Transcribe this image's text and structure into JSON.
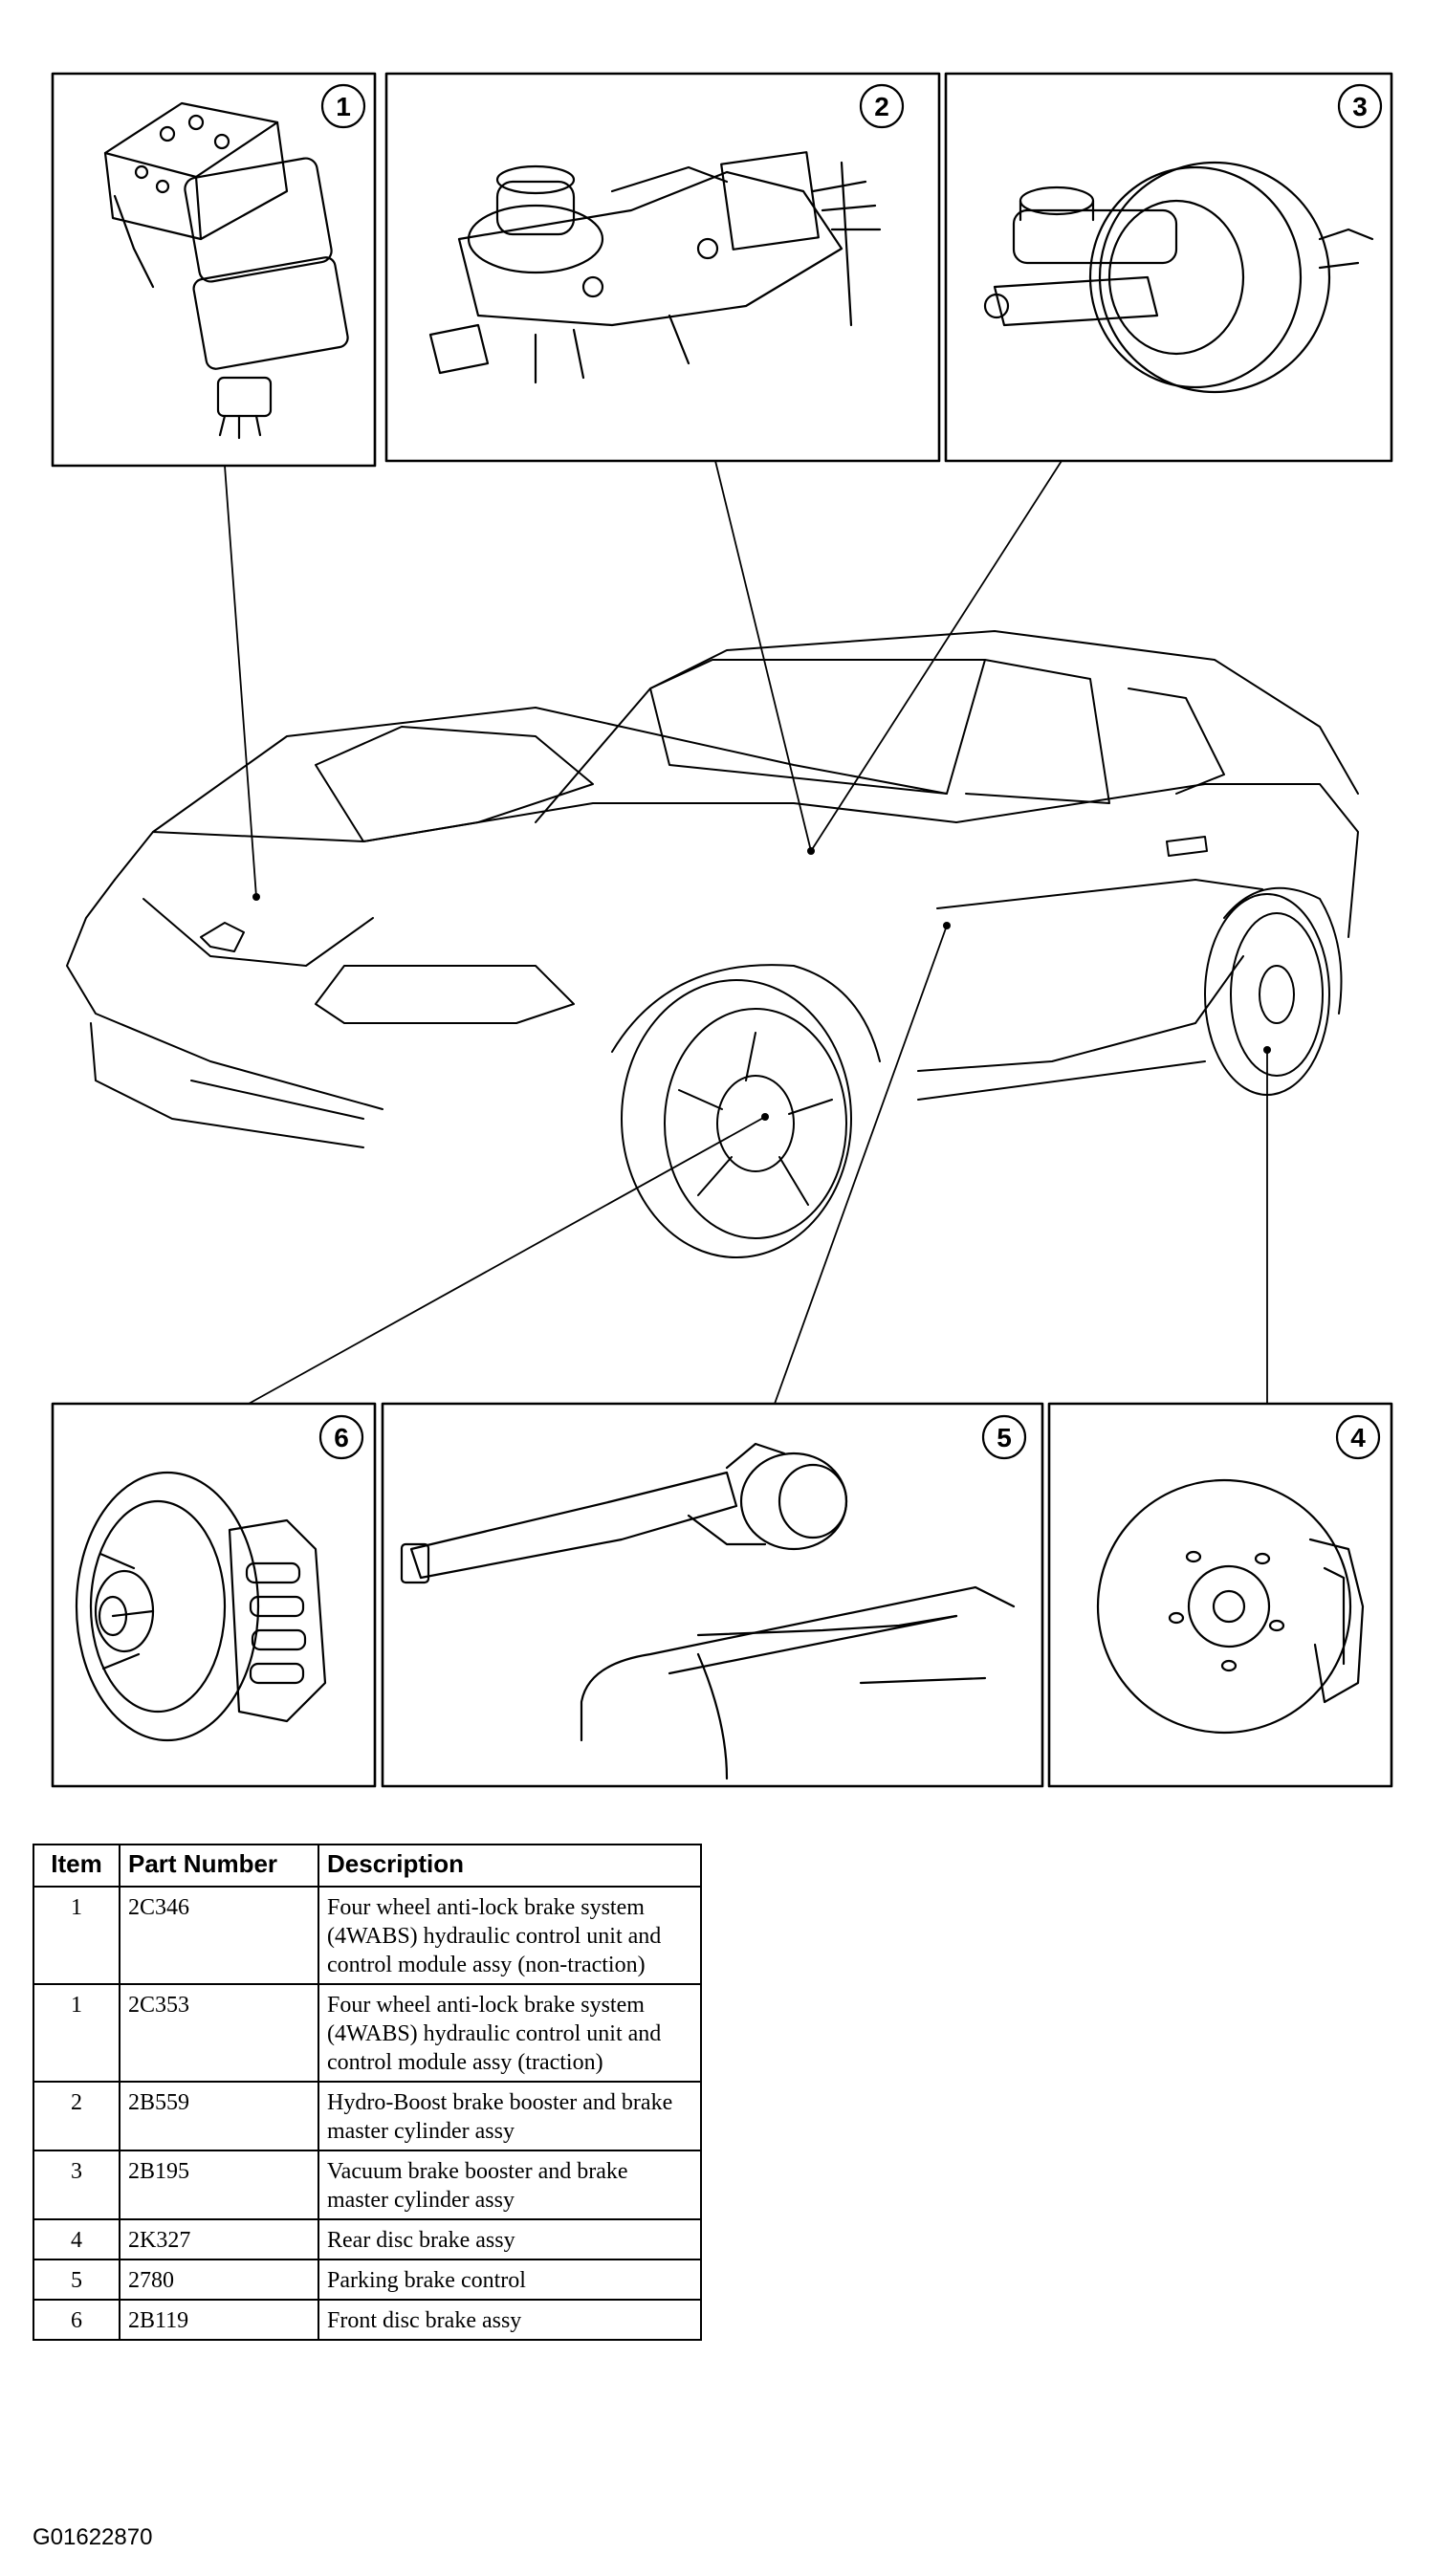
{
  "callouts": [
    "1",
    "2",
    "3",
    "4",
    "5",
    "6"
  ],
  "table": {
    "headers": {
      "item": "Item",
      "part_number": "Part Number",
      "description": "Description"
    },
    "rows": [
      {
        "item": "1",
        "part_number": "2C346",
        "description": "Four wheel anti-lock brake system (4WABS) hydraulic control unit and control module assy (non-traction)"
      },
      {
        "item": "1",
        "part_number": "2C353",
        "description": "Four wheel anti-lock brake system (4WABS) hydraulic control unit and control module assy (traction)"
      },
      {
        "item": "2",
        "part_number": "2B559",
        "description": "Hydro-Boost brake booster and brake master cylinder assy"
      },
      {
        "item": "3",
        "part_number": "2B195",
        "description": "Vacuum brake booster and brake master cylinder assy"
      },
      {
        "item": "4",
        "part_number": "2K327",
        "description": "Rear disc brake assy"
      },
      {
        "item": "5",
        "part_number": "2780",
        "description": "Parking brake control"
      },
      {
        "item": "6",
        "part_number": "2B119",
        "description": "Front disc brake assy"
      }
    ]
  },
  "figure_id": "G01622870"
}
